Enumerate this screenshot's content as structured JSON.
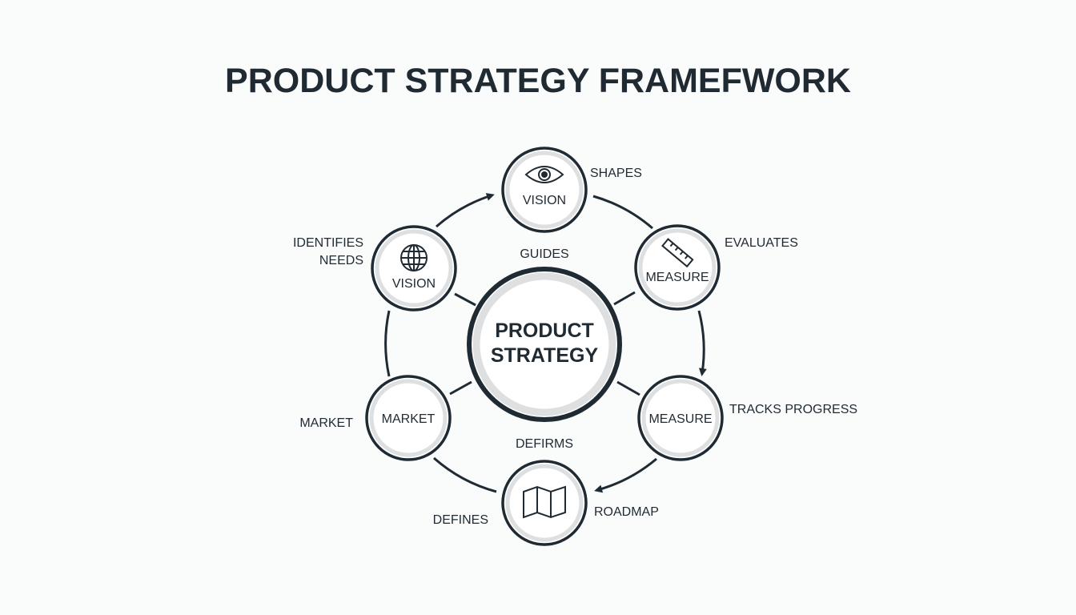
{
  "title": "PRODUCT STRATEGY FRAMEFWORK",
  "center": {
    "line1": "PRODUCT",
    "line2": "STRATEGY"
  },
  "nodes": [
    {
      "label": "VISION",
      "icon": "eye-icon"
    },
    {
      "label": "VISION",
      "icon": "globe-icon"
    },
    {
      "label": "MEASURE",
      "icon": "ruler-icon"
    },
    {
      "label": "MARKET",
      "icon": ""
    },
    {
      "label": "MEASURE",
      "icon": ""
    },
    {
      "label": "",
      "icon": "map-icon"
    }
  ],
  "edge_labels": {
    "shapes": "SHAPES",
    "identifies1": "IDENTIFIES",
    "identifies2": "NEEDS",
    "guides": "GUIDES",
    "evaluates": "EVALUATES",
    "tracks": "TRACKS PROGRESS",
    "market": "MARKET",
    "defirms": "DEFIRMS",
    "defines": "DEFINES",
    "roadmap": "ROADMAP"
  },
  "colors": {
    "ink": "#1f2a33",
    "ring": "#dedfe0",
    "background": "#fafbfb"
  }
}
